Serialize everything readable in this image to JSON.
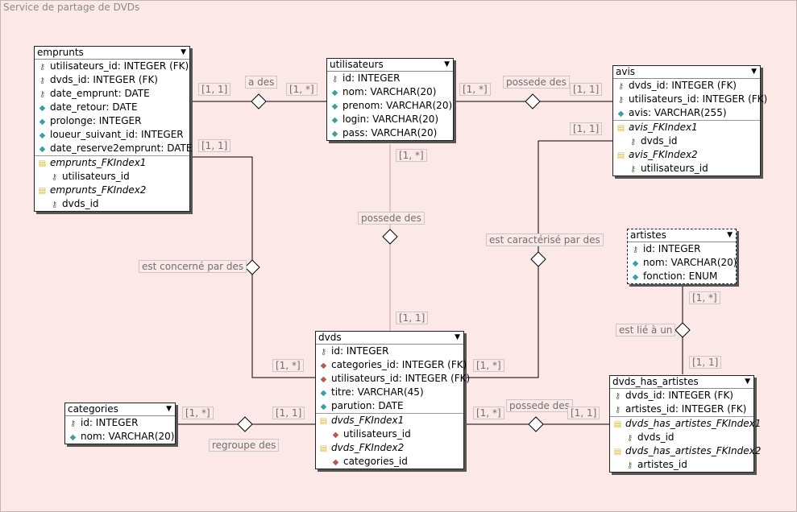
{
  "title": "Service de partage de DVDs",
  "entities": {
    "emprunts": {
      "name": "emprunts",
      "rows": [
        {
          "icon": "key",
          "text": "utilisateurs_id: INTEGER (FK)"
        },
        {
          "icon": "key",
          "text": "dvds_id: INTEGER (FK)"
        },
        {
          "icon": "key",
          "text": "date_emprunt: DATE"
        },
        {
          "icon": "diamond",
          "text": "date_retour: DATE"
        },
        {
          "icon": "diamond",
          "text": "prolonge: INTEGER"
        },
        {
          "icon": "diamond",
          "text": "loueur_suivant_id: INTEGER"
        },
        {
          "icon": "diamond",
          "text": "date_reserve2emprunt: DATE"
        },
        {
          "sep": true
        },
        {
          "icon": "folder",
          "text": "emprunts_FKIndex1",
          "index": true
        },
        {
          "icon": "key",
          "text": "utilisateurs_id",
          "sub": true
        },
        {
          "icon": "folder",
          "text": "emprunts_FKIndex2",
          "index": true
        },
        {
          "icon": "key",
          "text": "dvds_id",
          "sub": true
        }
      ]
    },
    "utilisateurs": {
      "name": "utilisateurs",
      "rows": [
        {
          "icon": "key",
          "text": "id: INTEGER"
        },
        {
          "icon": "diamond",
          "text": "nom: VARCHAR(20)"
        },
        {
          "icon": "diamond",
          "text": "prenom: VARCHAR(20)"
        },
        {
          "icon": "diamond",
          "text": "login: VARCHAR(20)"
        },
        {
          "icon": "diamond",
          "text": "pass: VARCHAR(20)"
        }
      ]
    },
    "avis": {
      "name": "avis",
      "rows": [
        {
          "icon": "key",
          "text": "dvds_id: INTEGER (FK)"
        },
        {
          "icon": "key",
          "text": "utilisateurs_id: INTEGER (FK)"
        },
        {
          "icon": "diamond",
          "text": "avis: VARCHAR(255)"
        },
        {
          "sep": true
        },
        {
          "icon": "folder",
          "text": "avis_FKIndex1",
          "index": true
        },
        {
          "icon": "key",
          "text": "dvds_id",
          "sub": true
        },
        {
          "icon": "folder",
          "text": "avis_FKIndex2",
          "index": true
        },
        {
          "icon": "key",
          "text": "utilisateurs_id",
          "sub": true
        }
      ]
    },
    "artistes": {
      "name": "artistes",
      "rows": [
        {
          "icon": "key",
          "text": "id: INTEGER"
        },
        {
          "icon": "diamond",
          "text": "nom: VARCHAR(20)"
        },
        {
          "icon": "diamond",
          "text": "fonction: ENUM"
        }
      ]
    },
    "dvds": {
      "name": "dvds",
      "rows": [
        {
          "icon": "key",
          "text": "id: INTEGER"
        },
        {
          "icon": "red-diamond",
          "text": "categories_id: INTEGER (FK)"
        },
        {
          "icon": "red-diamond",
          "text": "utilisateurs_id: INTEGER (FK)"
        },
        {
          "icon": "diamond",
          "text": "titre: VARCHAR(45)"
        },
        {
          "icon": "diamond",
          "text": "parution: DATE"
        },
        {
          "sep": true
        },
        {
          "icon": "folder",
          "text": "dvds_FKIndex1",
          "index": true
        },
        {
          "icon": "red-diamond",
          "text": "utilisateurs_id",
          "sub": true
        },
        {
          "icon": "folder",
          "text": "dvds_FKIndex2",
          "index": true
        },
        {
          "icon": "red-diamond",
          "text": "categories_id",
          "sub": true
        }
      ]
    },
    "categories": {
      "name": "categories",
      "rows": [
        {
          "icon": "key",
          "text": "id: INTEGER"
        },
        {
          "icon": "diamond",
          "text": "nom: VARCHAR(20)"
        }
      ]
    },
    "dvds_has_artistes": {
      "name": "dvds_has_artistes",
      "rows": [
        {
          "icon": "key",
          "text": "dvds_id: INTEGER (FK)"
        },
        {
          "icon": "key",
          "text": "artistes_id: INTEGER (FK)"
        },
        {
          "sep": true
        },
        {
          "icon": "folder",
          "text": "dvds_has_artistes_FKIndex1",
          "index": true
        },
        {
          "icon": "key",
          "text": "dvds_id",
          "sub": true
        },
        {
          "icon": "folder",
          "text": "dvds_has_artistes_FKIndex2",
          "index": true
        },
        {
          "icon": "key",
          "text": "artistes_id",
          "sub": true
        }
      ]
    }
  },
  "relations": {
    "a_des": {
      "label": "a des",
      "card_a": "[1, 1]",
      "card_b": "[1, *]"
    },
    "possede_des_avis": {
      "label": "possede des",
      "card_a": "[1, *]",
      "card_b": "[1, 1]"
    },
    "est_concerne": {
      "label": "est concerné par des",
      "card_a": "[1, 1]",
      "card_b": "[1, *]"
    },
    "possede_des_dvds": {
      "label": "possede des",
      "card_a": "[1, *]",
      "card_b": "[1, 1]"
    },
    "est_caracterise": {
      "label": "est caractérisé par des",
      "card_a": "[1, 1]",
      "card_b": "[1, *]"
    },
    "est_lie": {
      "label": "est lié à un",
      "card_a": "[1, *]",
      "card_b": "[1, 1]"
    },
    "regroupe": {
      "label": "regroupe des",
      "card_a": "[1, *]",
      "card_b": "[1, 1]"
    },
    "possede_des_artistes": {
      "label": "possede des",
      "card_a": "[1, *]",
      "card_b": "[1, 1]"
    }
  },
  "colors": {
    "background": "#fde8e8",
    "line": "#000000",
    "label": "#6f6f6f"
  }
}
